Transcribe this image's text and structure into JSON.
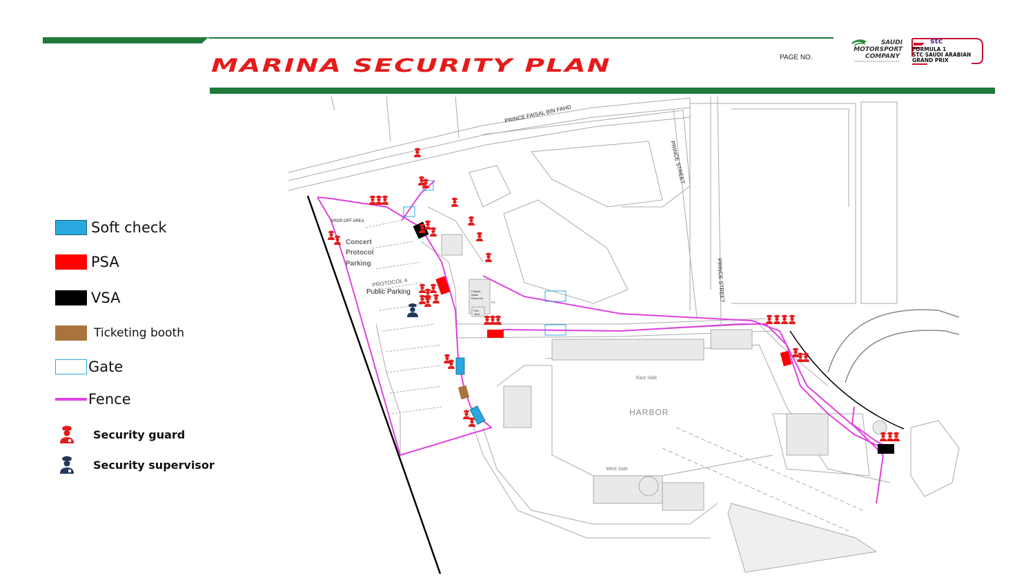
{
  "header": {
    "title": "MARINA SECURITY PLAN",
    "page_no_label": "PAGE NO."
  },
  "logos": {
    "saudi_motorsport": [
      "SAUDI",
      "MOTORSPORT",
      "COMPANY"
    ],
    "f1": [
      "stc",
      "FORMULA 1",
      "STC SAUDI ARABIAN",
      "GRAND PRIX"
    ]
  },
  "legend": [
    {
      "label": "Soft check",
      "type": "fill",
      "color": "#29a8e0"
    },
    {
      "label": "PSA",
      "type": "fill",
      "color": "#ff0000"
    },
    {
      "label": "VSA",
      "type": "fill",
      "color": "#000000"
    },
    {
      "label": "Ticketing booth",
      "type": "fill",
      "color": "#a8733d"
    },
    {
      "label": "Gate",
      "type": "outline",
      "color": "#29a8e0"
    },
    {
      "label": "Fence",
      "type": "line",
      "color": "#e040e0"
    },
    {
      "label": "Security guard",
      "type": "icon",
      "color": "#e41b1b",
      "icon": "security-guard-icon"
    },
    {
      "label": "Security supervisor",
      "type": "icon",
      "color": "#23395b",
      "icon": "security-supervisor-icon"
    }
  ],
  "map": {
    "labels": {
      "prince_faisal": "PRINCE FAISAL BIN FAHD",
      "prince_street_upper": "PRINCE STREET",
      "prince_street_lower": "PRINCE STREET",
      "drop_off": "DROP OFF AREA",
      "concert": "Concert",
      "protocol": "Protocol",
      "parking": "Parking",
      "protocol4": "PROTOCOL 4",
      "public_parking": "Public Parking",
      "harbor": "HARBOR",
      "east_side": "East Side",
      "west_side": "West Side",
      "potable": "Potable",
      "water": "Water",
      "reservoir": "Reservoir",
      "ps": "PS",
      "fire": "Fire",
      "tank": "Tank"
    }
  }
}
